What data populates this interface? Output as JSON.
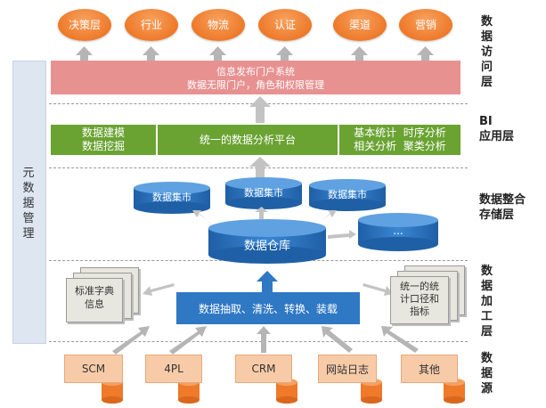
{
  "access_targets": [
    "决策层",
    "行业",
    "物流",
    "认证",
    "渠道",
    "营销"
  ],
  "layer_labels": {
    "access": "数据访问层",
    "bi_en": "BI",
    "bi_cn": "应用层",
    "storage_line1": "数据整合",
    "storage_line2": "存储层",
    "processing": "数据加工层",
    "source": "数据源"
  },
  "metadata_label": "元数据管理",
  "portal": {
    "title": "信息发布门户系统",
    "subtitle": "数据无限门户，角色和权限管理"
  },
  "bi": {
    "left_line1": "数据建模",
    "left_line2": "数据挖掘",
    "center": "统一的数据分析平台",
    "right_line1": "基本统计  时序分析",
    "right_line2": "相关分析  聚类分析"
  },
  "storage": {
    "marts": [
      "数据集市",
      "数据集市",
      "数据集市"
    ],
    "ellipsis": "...",
    "warehouse": "数据仓库"
  },
  "processing": {
    "etl": "数据抽取、清洗、转换、装载",
    "left_doc_line1": "标准字典",
    "left_doc_line2": "信息",
    "right_doc_line1": "统一的统",
    "right_doc_line2": "计口径和",
    "right_doc_line3": "指标"
  },
  "sources": [
    "SCM",
    "4PL",
    "CRM",
    "网站日志",
    "其他"
  ],
  "colors": {
    "orange": "#ee7a2a",
    "pink": "#e89191",
    "green": "#6aa332",
    "blue": "#2f78c4",
    "peach": "#f8cba8",
    "metadata_bg": "#dde6f1"
  }
}
